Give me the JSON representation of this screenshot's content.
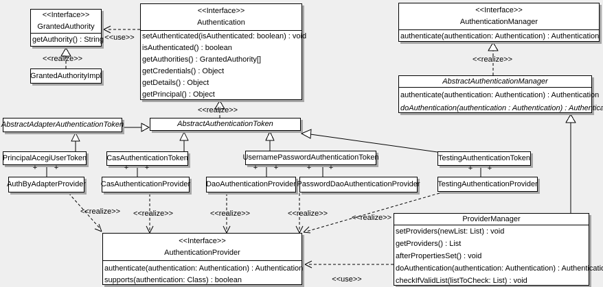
{
  "colors": {
    "background": "#efefef",
    "box_fill": "#ffffff",
    "border": "#000000",
    "shadow": "#a6a6a6",
    "line": "#000000"
  },
  "labels": {
    "realize": "<<realize>>",
    "use": "<<use>>",
    "plus": "+"
  },
  "classes": {
    "granted_authority": {
      "stereotype": "<<Interface>>",
      "name": "GrantedAuthority",
      "methods": [
        "getAuthority() : String"
      ]
    },
    "granted_authority_impl": {
      "name": "GrantedAuthorityImpl"
    },
    "authentication": {
      "stereotype": "<<Interface>>",
      "name": "Authentication",
      "methods": [
        "setAuthenticated(isAuthenticated: boolean) : void",
        "isAuthenticated() : boolean",
        "getAuthorities() : GrantedAuthority[]",
        "getCredentials() : Object",
        "getDetails() : Object",
        "getPrincipal() : Object"
      ]
    },
    "authentication_manager": {
      "stereotype": "<<Interface>>",
      "name": "AuthenticationManager",
      "methods": [
        "authenticate(authentication: Authentication) : Authentication"
      ]
    },
    "abstract_authentication_manager": {
      "name": "AbstractAuthenticationManager",
      "abstract": true,
      "methods": [
        "authenticate(authentication: Authentication) : Authentication",
        "doAuthentication(authentication : Authentication) : Authentication"
      ]
    },
    "abstract_adapter_authentication_token": {
      "name": "AbstractAdapterAuthenticationToken",
      "abstract": true
    },
    "abstract_authentication_token": {
      "name": "AbstractAuthenticationToken",
      "abstract": true
    },
    "principal_acegi_user_token": {
      "name": "PrincipalAcegiUserToken"
    },
    "cas_authentication_token": {
      "name": "CasAuthenticationToken"
    },
    "username_password_authentication_token": {
      "name": "UsernamePasswordAuthenticationToken"
    },
    "testing_authentication_token": {
      "name": "TestingAuthenticationToken"
    },
    "auth_by_adapter_provider": {
      "name": "AuthByAdapterProvider"
    },
    "cas_authentication_provider": {
      "name": "CasAuthenticationProvider"
    },
    "dao_authentication_provider": {
      "name": "DaoAuthenticationProvider"
    },
    "password_dao_authentication_provider": {
      "name": "PasswordDaoAuthenticationProvider"
    },
    "testing_authentication_provider": {
      "name": "TestingAuthenticationProvider"
    },
    "authentication_provider": {
      "stereotype": "<<Interface>>",
      "name": "AuthenticationProvider",
      "methods": [
        "authenticate(authentication: Authentication) : Authentication",
        "supports(authentication: Class) : boolean"
      ]
    },
    "provider_manager": {
      "name": "ProviderManager",
      "methods": [
        "setProviders(newList: List) : void",
        "getProviders() : List",
        "afterPropertiesSet() : void",
        "doAuthentication(authentication: Authentication) : Authentication",
        "checkIfValidList(listToCheck: List) : void"
      ]
    }
  }
}
